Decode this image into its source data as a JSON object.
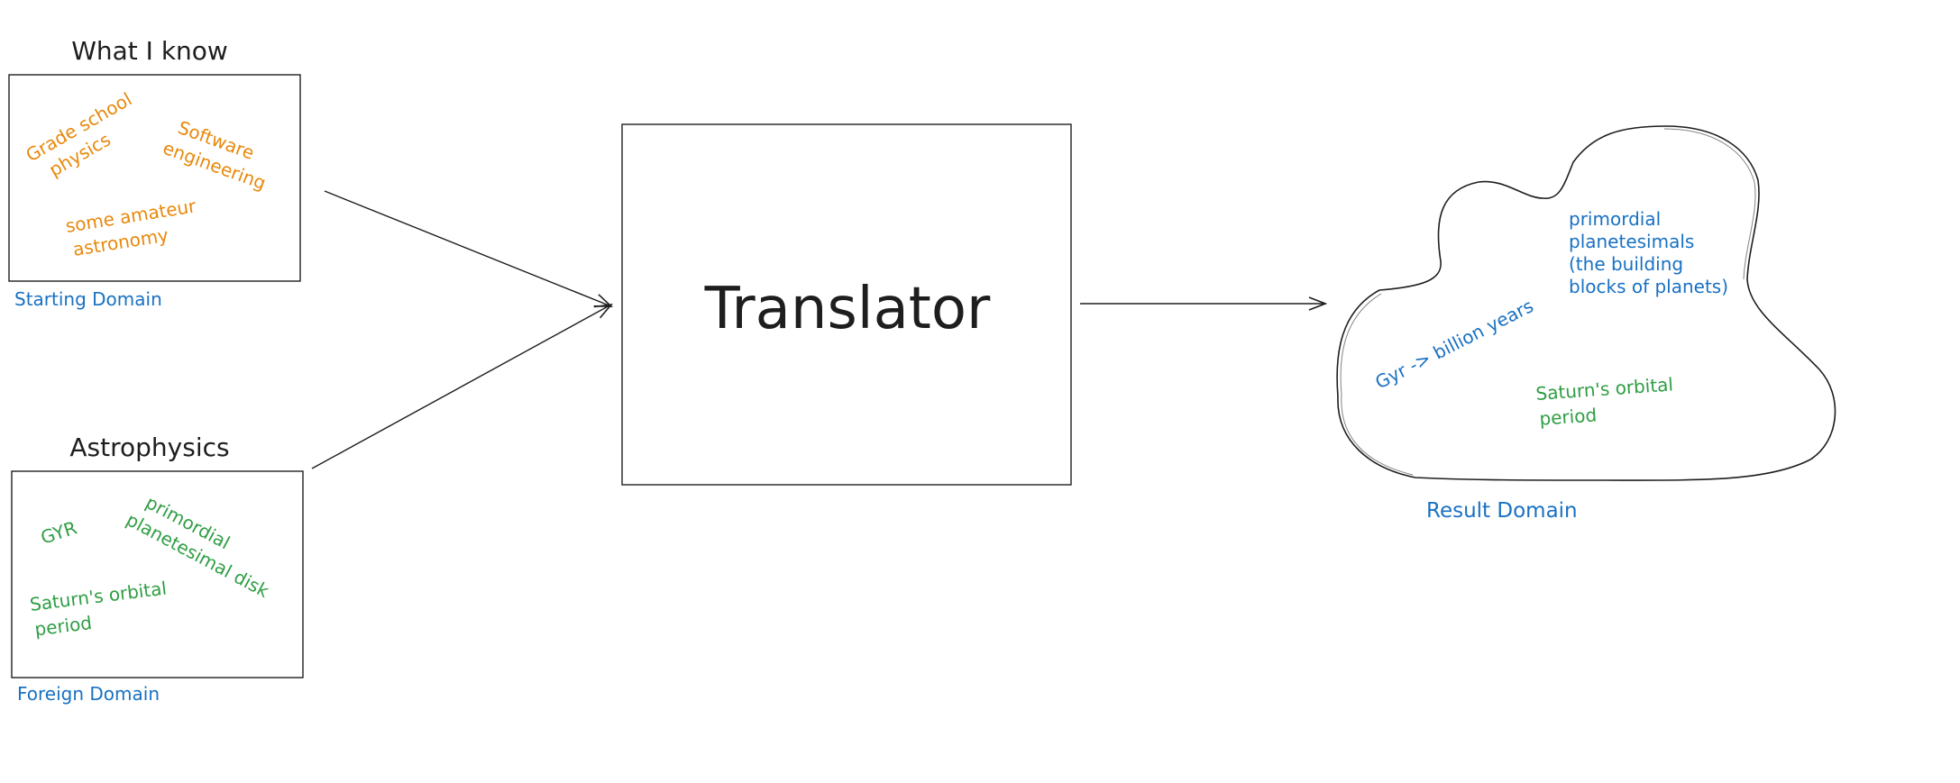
{
  "colors": {
    "stroke": "#1e1e1e",
    "orange": "#e8890c",
    "green": "#2f9e44",
    "blue": "#1971c2"
  },
  "starting": {
    "title": "What I know",
    "caption": "Starting Domain",
    "notes": [
      [
        "Grade school",
        "physics"
      ],
      [
        "Software",
        "engineering"
      ],
      [
        "some amateur",
        "astronomy"
      ]
    ]
  },
  "foreign": {
    "title": "Astrophysics",
    "caption": "Foreign Domain",
    "notes": [
      [
        "GYR"
      ],
      [
        "primordial",
        "planetesimal disk"
      ],
      [
        "Saturn's orbital",
        "period"
      ]
    ]
  },
  "translator": {
    "label": "Translator"
  },
  "result": {
    "caption": "Result Domain",
    "notes": [
      [
        "primordial",
        "planetesimals",
        "(the building",
        "blocks of planets)"
      ],
      [
        "Gyr -> billion years"
      ],
      [
        "Saturn's orbital",
        "period"
      ]
    ]
  }
}
